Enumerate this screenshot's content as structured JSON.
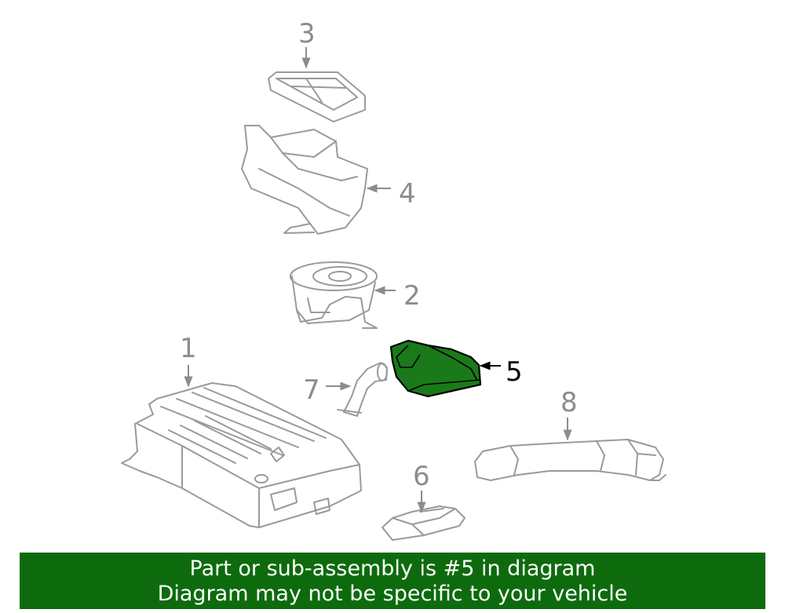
{
  "diagram": {
    "callouts": [
      "1",
      "2",
      "3",
      "4",
      "5",
      "6",
      "7",
      "8"
    ],
    "highlighted_part": "5"
  },
  "banner": {
    "line1": "Part or sub-assembly is #5 in diagram",
    "line2": "Diagram may not be specific to your vehicle",
    "background_color": "#0d6b0d",
    "highlight_color": "#1a7a1a"
  }
}
